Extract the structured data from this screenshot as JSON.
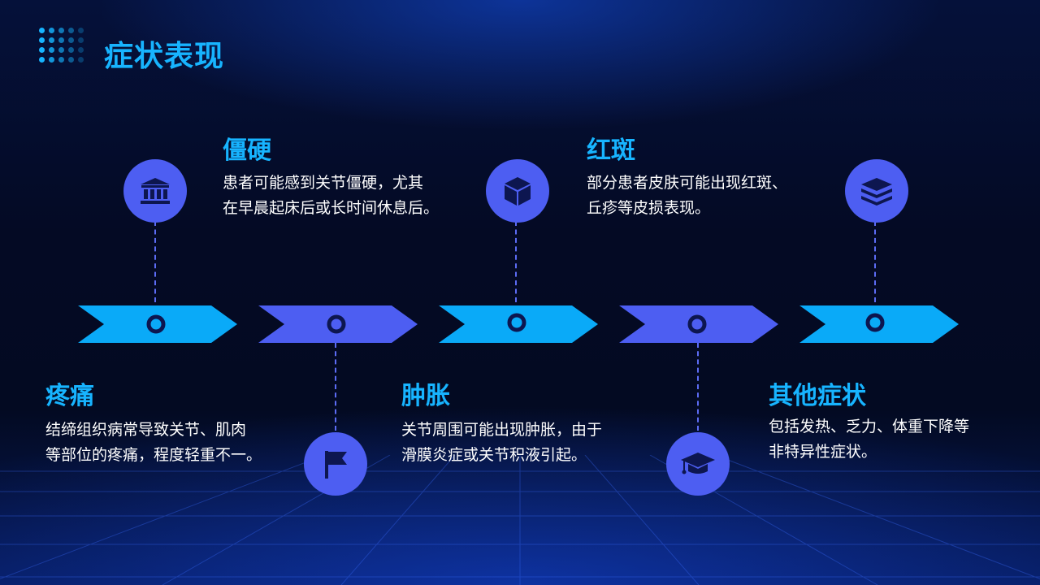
{
  "page": {
    "title": "症状表现"
  },
  "colors": {
    "accent_cyan": "#17b4ff",
    "chevron_cyan": "#0aaaf8",
    "chevron_blue": "#4d5ef2",
    "icon_bg": "#4d5ef2",
    "ring": "#0d1650"
  },
  "items": [
    {
      "title": "疼痛",
      "desc_line1": "结缔组织病常导致关节、肌肉",
      "desc_line2": "等部位的疼痛，程度轻重不一。",
      "icon": "bank-icon"
    },
    {
      "title": "僵硬",
      "desc_line1": "患者可能感到关节僵硬，尤其",
      "desc_line2": "在早晨起床后或长时间休息后。",
      "icon": "flag-icon"
    },
    {
      "title": "肿胀",
      "desc_line1": "关节周围可能出现肿胀，由于",
      "desc_line2": "滑膜炎症或关节积液引起。",
      "icon": "cube-icon"
    },
    {
      "title": "红斑",
      "desc_line1": "部分患者皮肤可能出现红斑、",
      "desc_line2": "丘疹等皮损表现。",
      "icon": "graduation-cap-icon"
    },
    {
      "title": "其他症状",
      "desc_line1": "包括发热、乏力、体重下降等",
      "desc_line2": "非特异性症状。",
      "icon": "layers-icon"
    }
  ]
}
